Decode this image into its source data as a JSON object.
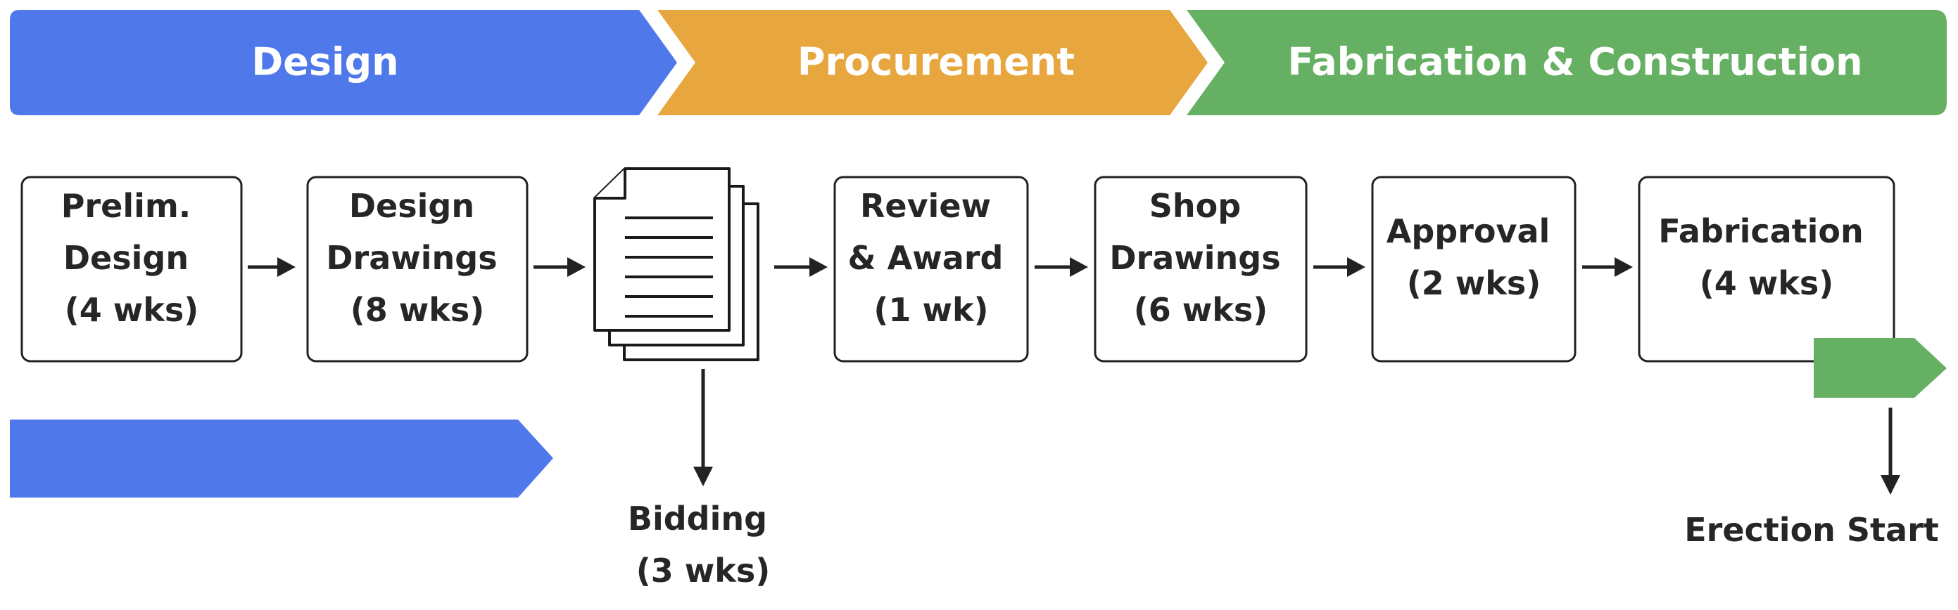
{
  "phases": {
    "design": {
      "label": "Design",
      "color": "#4f78ea"
    },
    "procurement": {
      "label": "Procurement",
      "color": "#e8a63e"
    },
    "fabrication": {
      "label": "Fabrication & Construction",
      "color": "#66b064"
    }
  },
  "steps": [
    {
      "lines": [
        "Prelim.",
        "Design",
        "(4 wks)"
      ]
    },
    {
      "lines": [
        "Design",
        "Drawings",
        "(8 wks)"
      ]
    },
    {
      "lines": [
        "Review",
        "& Award",
        "(1 wk)"
      ]
    },
    {
      "lines": [
        "Shop",
        "Drawings",
        "(6 wks)"
      ]
    },
    {
      "lines": [
        "Approval",
        "(2 wks)"
      ]
    },
    {
      "lines": [
        "Fabrication",
        "(4 wks)"
      ]
    }
  ],
  "bidding": {
    "icon": "document-stack-icon",
    "lines": [
      "Bidding",
      "(3 wks)"
    ]
  },
  "erection": {
    "label": "Erection Start"
  }
}
